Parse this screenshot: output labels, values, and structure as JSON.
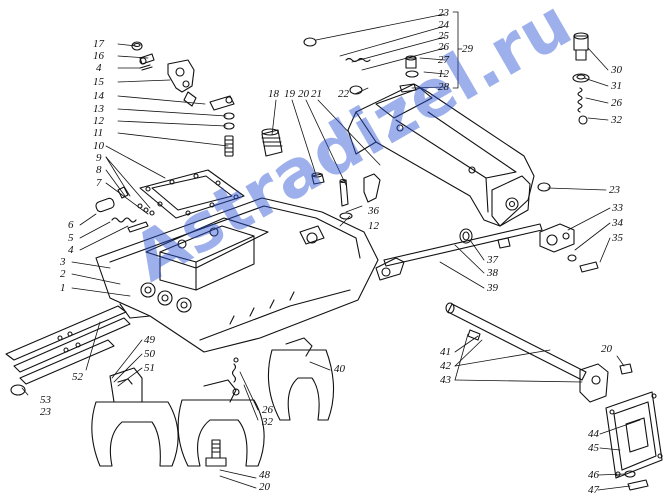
{
  "watermark": "Astradizel.ru",
  "callouts": [
    {
      "id": "n17",
      "text": "17"
    },
    {
      "id": "n16",
      "text": "16"
    },
    {
      "id": "n4a",
      "text": "4"
    },
    {
      "id": "n15",
      "text": "15"
    },
    {
      "id": "n14",
      "text": "14"
    },
    {
      "id": "n13",
      "text": "13"
    },
    {
      "id": "n12a",
      "text": "12"
    },
    {
      "id": "n11",
      "text": "11"
    },
    {
      "id": "n10",
      "text": "10"
    },
    {
      "id": "n9",
      "text": "9"
    },
    {
      "id": "n8",
      "text": "8"
    },
    {
      "id": "n7",
      "text": "7"
    },
    {
      "id": "n6",
      "text": "6"
    },
    {
      "id": "n5",
      "text": "5"
    },
    {
      "id": "n4b",
      "text": "4"
    },
    {
      "id": "n3",
      "text": "3"
    },
    {
      "id": "n2",
      "text": "2"
    },
    {
      "id": "n1",
      "text": "1"
    },
    {
      "id": "n18",
      "text": "18"
    },
    {
      "id": "n19",
      "text": "19"
    },
    {
      "id": "n20a",
      "text": "20"
    },
    {
      "id": "n21",
      "text": "21"
    },
    {
      "id": "n22",
      "text": "22"
    },
    {
      "id": "n23a",
      "text": "23"
    },
    {
      "id": "n24",
      "text": "24"
    },
    {
      "id": "n25",
      "text": "25"
    },
    {
      "id": "n26a",
      "text": "26"
    },
    {
      "id": "n27",
      "text": "27"
    },
    {
      "id": "n12b",
      "text": "12"
    },
    {
      "id": "n28",
      "text": "28"
    },
    {
      "id": "n29",
      "text": "29"
    },
    {
      "id": "n30",
      "text": "30"
    },
    {
      "id": "n31",
      "text": "31"
    },
    {
      "id": "n26b",
      "text": "26"
    },
    {
      "id": "n32a",
      "text": "32"
    },
    {
      "id": "n23b",
      "text": "23"
    },
    {
      "id": "n36",
      "text": "36"
    },
    {
      "id": "n12c",
      "text": "12"
    },
    {
      "id": "n33",
      "text": "33"
    },
    {
      "id": "n34",
      "text": "34"
    },
    {
      "id": "n35",
      "text": "35"
    },
    {
      "id": "n37",
      "text": "37"
    },
    {
      "id": "n38",
      "text": "38"
    },
    {
      "id": "n39",
      "text": "39"
    },
    {
      "id": "n41",
      "text": "41"
    },
    {
      "id": "n42",
      "text": "42"
    },
    {
      "id": "n43",
      "text": "43"
    },
    {
      "id": "n20b",
      "text": "20"
    },
    {
      "id": "n40",
      "text": "40"
    },
    {
      "id": "n49",
      "text": "49"
    },
    {
      "id": "n50",
      "text": "50"
    },
    {
      "id": "n51",
      "text": "51"
    },
    {
      "id": "n52",
      "text": "52"
    },
    {
      "id": "n53",
      "text": "53"
    },
    {
      "id": "n23c",
      "text": "23"
    },
    {
      "id": "n26c",
      "text": "26"
    },
    {
      "id": "n32b",
      "text": "32"
    },
    {
      "id": "n48",
      "text": "48"
    },
    {
      "id": "n20c",
      "text": "20"
    },
    {
      "id": "n44",
      "text": "44"
    },
    {
      "id": "n45",
      "text": "45"
    },
    {
      "id": "n46",
      "text": "46"
    },
    {
      "id": "n47",
      "text": "47"
    }
  ]
}
